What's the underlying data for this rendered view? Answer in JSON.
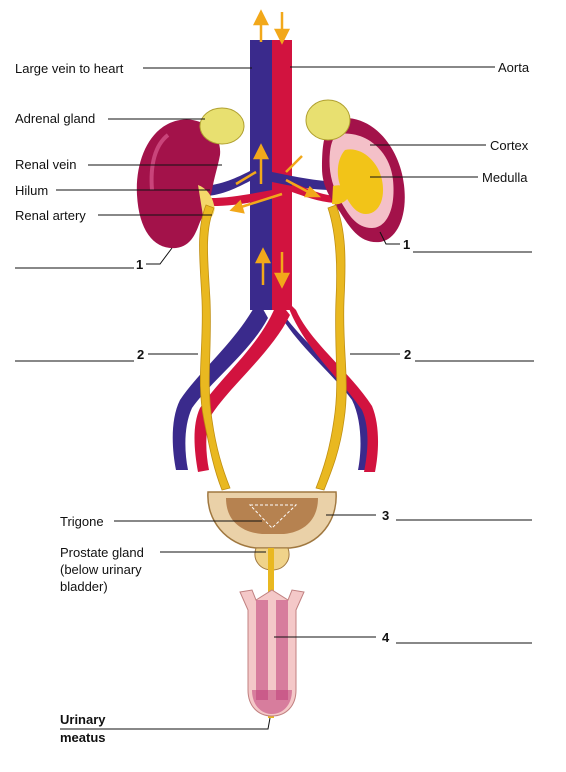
{
  "labels": {
    "large_vein": "Large vein to heart",
    "aorta": "Aorta",
    "adrenal_gland": "Adrenal gland",
    "cortex": "Cortex",
    "renal_vein": "Renal vein",
    "medulla": "Medulla",
    "hilum": "Hilum",
    "renal_artery": "Renal artery",
    "trigone": "Trigone",
    "prostate_line1": "Prostate gland",
    "prostate_line2": "(below urinary",
    "prostate_line3": "bladder)",
    "urinary_meatus_line1": "Urinary",
    "urinary_meatus_line2": "meatus"
  },
  "numbers": {
    "kidney_left": "1",
    "kidney_right": "1",
    "ureter_left": "2",
    "ureter_right": "2",
    "bladder": "3",
    "urethra": "4"
  },
  "colors": {
    "vein": "#3a2a8c",
    "artery": "#d2133f",
    "kidney": "#a3124a",
    "ureter": "#e9b820",
    "adrenal": "#e8e070",
    "arrow": "#f2a81a"
  }
}
